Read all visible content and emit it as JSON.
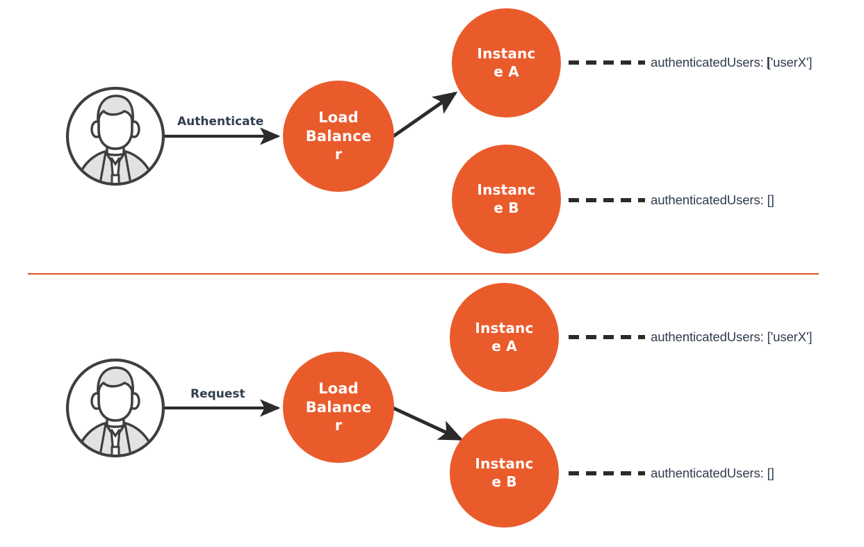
{
  "diagram": {
    "title": "Load balancer sticky session illustration",
    "accent_color": "#ea5b2c",
    "divider_color": "#d9512a",
    "text_color": "#2f3b4d",
    "arrow_color": "#2b2b2b"
  },
  "sections": [
    {
      "id": "authenticate",
      "actor_icon": "user-avatar-icon",
      "edge_label": "Authenticate",
      "load_balancer_label": "Load\nBalance\nr",
      "instances": [
        {
          "id": "instance-a",
          "label": "Instanc\ne A",
          "state_prefix": "authenticatedUsers: ",
          "state_value": "['userX']",
          "has_caret": true,
          "routed": true
        },
        {
          "id": "instance-b",
          "label": "Instanc\ne B",
          "state_prefix": "authenticatedUsers: ",
          "state_value": "[]",
          "has_caret": false,
          "routed": false
        }
      ]
    },
    {
      "id": "request",
      "actor_icon": "user-avatar-icon",
      "edge_label": "Request",
      "load_balancer_label": "Load\nBalance\nr",
      "instances": [
        {
          "id": "instance-a",
          "label": "Instanc\ne A",
          "state_prefix": "authenticatedUsers: ",
          "state_value": "['userX']",
          "has_caret": false,
          "routed": false
        },
        {
          "id": "instance-b",
          "label": "Instanc\ne B",
          "state_prefix": "authenticatedUsers: ",
          "state_value": "[]",
          "has_caret": false,
          "routed": true
        }
      ]
    }
  ],
  "labels": {
    "top_authenticate": "Authenticate",
    "top_lb": "Load\nBalance\nr",
    "top_instance_a": "Instanc\ne A",
    "top_instance_b": "Instanc\ne B",
    "top_state_a_prefix": "authenticatedUsers: ",
    "top_state_a_value": "['userX']",
    "top_state_b": "authenticatedUsers: []",
    "bottom_request": "Request",
    "bottom_lb": "Load\nBalance\nr",
    "bottom_instance_a": "Instanc\ne A",
    "bottom_instance_b": "Instanc\ne B",
    "bottom_state_a": "authenticatedUsers: ['userX']",
    "bottom_state_b": "authenticatedUsers: []"
  }
}
